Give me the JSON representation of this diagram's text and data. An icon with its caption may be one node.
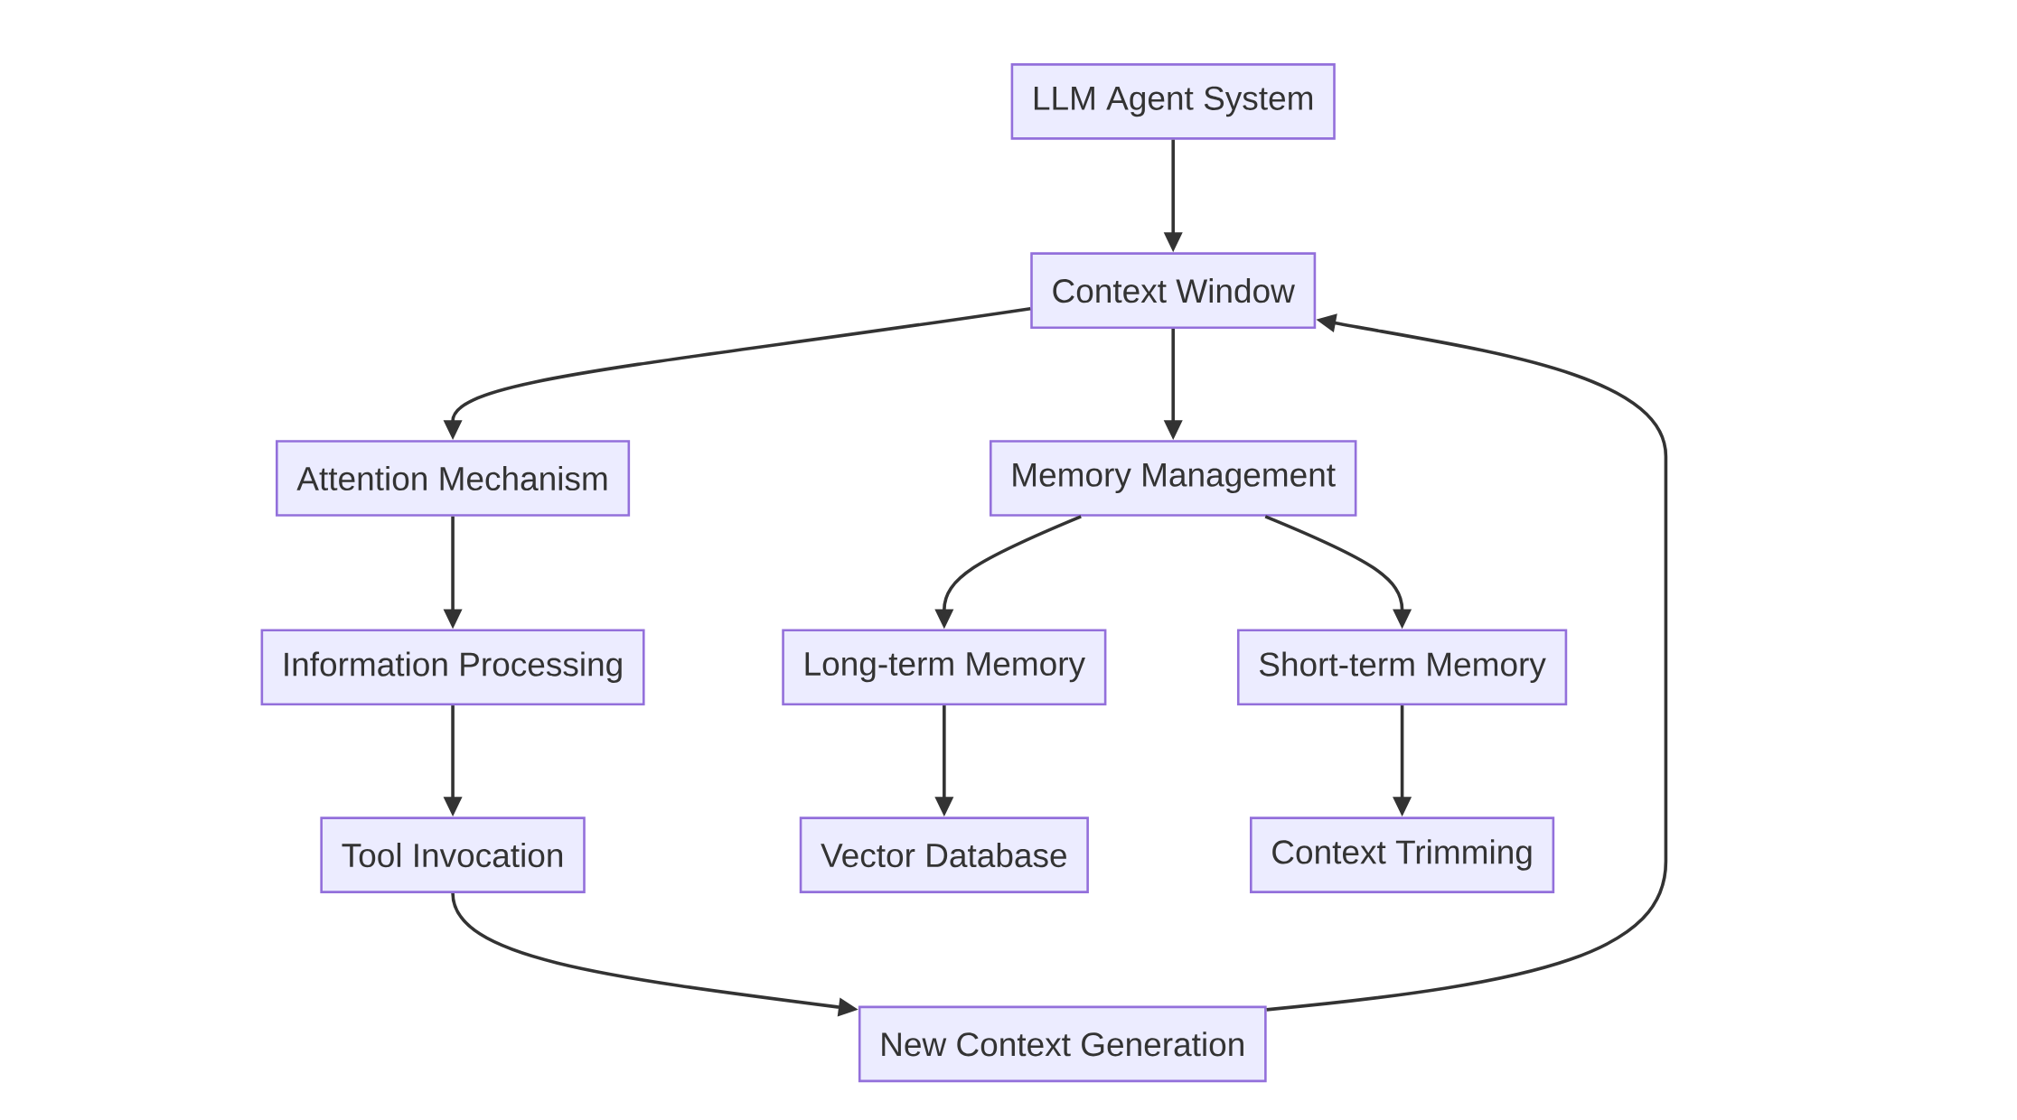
{
  "diagram": {
    "nodes": [
      {
        "text": [
          "LLM Agent System"
        ]
      },
      {
        "text": [
          "Context Window"
        ]
      },
      {
        "text": [
          "Attention Mechanism"
        ]
      },
      {
        "text": [
          "Memory Management"
        ]
      },
      {
        "text": [
          "Information Processing"
        ]
      },
      {
        "text": [
          "Long-term Memory"
        ]
      },
      {
        "text": [
          "Short-term Memory"
        ]
      },
      {
        "text": [
          "Tool Invocation"
        ]
      },
      {
        "text": [
          "Vector Database"
        ]
      },
      {
        "text": [
          "Context Trimming"
        ]
      },
      {
        "text": [
          "New Context Generation"
        ]
      }
    ],
    "edges": [
      {
        "from": 0,
        "to": 1,
        "arrow": "to"
      },
      {
        "from": 1,
        "to": 2,
        "arrow": "to"
      },
      {
        "from": 1,
        "to": 3,
        "arrow": "to"
      },
      {
        "from": 2,
        "to": 4,
        "arrow": "to"
      },
      {
        "from": 3,
        "to": 5,
        "arrow": "to"
      },
      {
        "from": 3,
        "to": 6,
        "arrow": "to"
      },
      {
        "from": 4,
        "to": 7,
        "arrow": "to"
      },
      {
        "from": 5,
        "to": 8,
        "arrow": "to"
      },
      {
        "from": 6,
        "to": 9,
        "arrow": "to"
      },
      {
        "from": 7,
        "to": 10,
        "arrow": "to"
      },
      {
        "from": 10,
        "to": 1,
        "arrow": "to"
      }
    ]
  }
}
